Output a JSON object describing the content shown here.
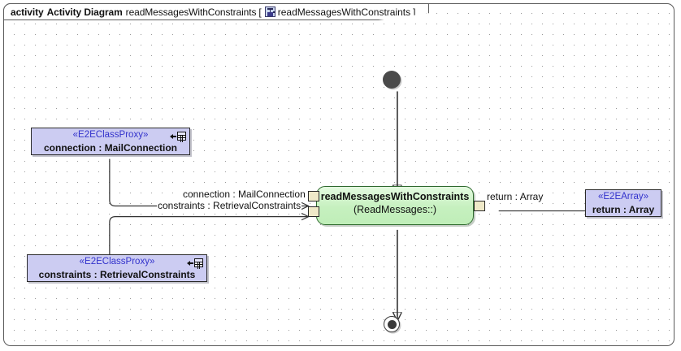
{
  "frame": {
    "keyword": "activity",
    "type_label": "Activity Diagram",
    "name": "readMessagesWithConstraints",
    "bracket_open": "[",
    "bracket_name": "readMessagesWithConstraints",
    "bracket_close": "]",
    "icon": "activity-diagram-icon"
  },
  "action": {
    "title": "readMessagesWithConstraints",
    "subtitle": "(ReadMessages::)"
  },
  "object_nodes": [
    {
      "id": "connection-proxy",
      "stereotype": "«E2EClassProxy»",
      "name": "connection : MailConnection",
      "icon": "class-proxy-icon"
    },
    {
      "id": "constraints-proxy",
      "stereotype": "«E2EClassProxy»",
      "name": "constraints : RetrievalConstraints",
      "icon": "class-proxy-icon"
    },
    {
      "id": "return-array",
      "stereotype": "«E2EArray»",
      "name": "return : Array",
      "icon": null
    }
  ],
  "edge_labels": {
    "connection": "connection : MailConnection",
    "constraints": "constraints : RetrievalConstraints",
    "return": "return : Array"
  },
  "nodes": {
    "initial": "initial-node",
    "final": "activity-final-node"
  },
  "colors": {
    "object_fill": "#ccccf2",
    "stereotype_text": "#3333cc",
    "action_fill": "#c6f0bf",
    "action_border": "#2f6a2f",
    "pin_fill": "#efe9c8",
    "edge_stroke": "#333333",
    "frame_border": "#5a5a5a",
    "grid_dot": "#9a9a9a"
  }
}
